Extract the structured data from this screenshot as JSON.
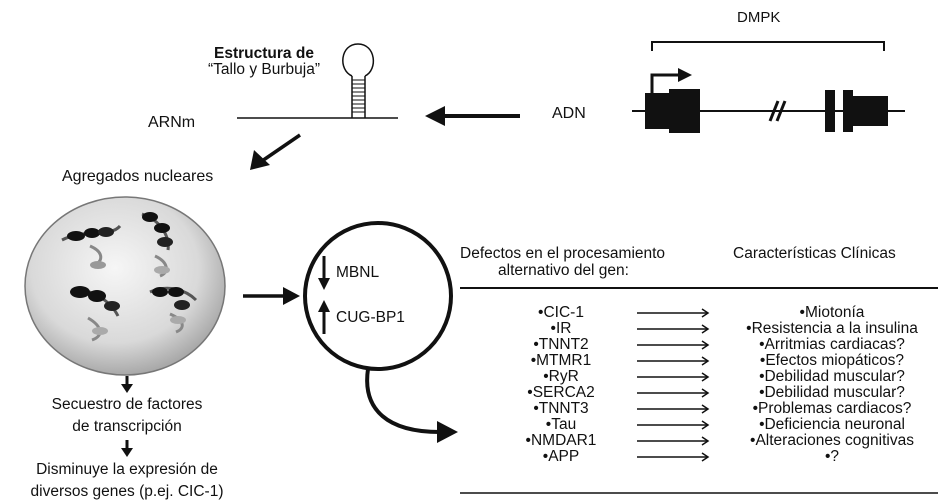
{
  "dmpk_label": "DMPK",
  "adn_label": "ADN",
  "arnm_label": "ARNm",
  "stem_loop": {
    "line1": "Estructura de",
    "line2": "“Tallo y Burbuja”"
  },
  "aggregates_label": "Agregados nucleares",
  "proteins": {
    "mbnl": "MBNL",
    "cugbp1": "CUG-BP1"
  },
  "sequestration": {
    "line1": "Secuestro de factores",
    "line2": "de transcripción"
  },
  "expression": {
    "line1": "Disminuye la expresión de",
    "line2": "diversos genes (p.ej. CIC-1)"
  },
  "table": {
    "left_header_line1": "Defectos en el procesamiento",
    "left_header_line2": "alternativo del gen:",
    "right_header": "Características Clínicas",
    "rows": [
      {
        "gene": "•CIC-1",
        "clinical": "•Miotonía"
      },
      {
        "gene": "•IR",
        "clinical": "•Resistencia a la insulina"
      },
      {
        "gene": "•TNNT2",
        "clinical": "•Arritmias cardiacas?"
      },
      {
        "gene": "•MTMR1",
        "clinical": "•Efectos miopáticos?"
      },
      {
        "gene": "•RyR",
        "clinical": "•Debilidad muscular?"
      },
      {
        "gene": "•SERCA2",
        "clinical": "•Debilidad muscular?"
      },
      {
        "gene": "•TNNT3",
        "clinical": "•Problemas cardiacos?"
      },
      {
        "gene": "•Tau",
        "clinical": "•Deficiencia neuronal"
      },
      {
        "gene": "•NMDAR1",
        "clinical": "•Alteraciones cognitivas"
      },
      {
        "gene": "•APP",
        "clinical": "•?"
      }
    ]
  }
}
